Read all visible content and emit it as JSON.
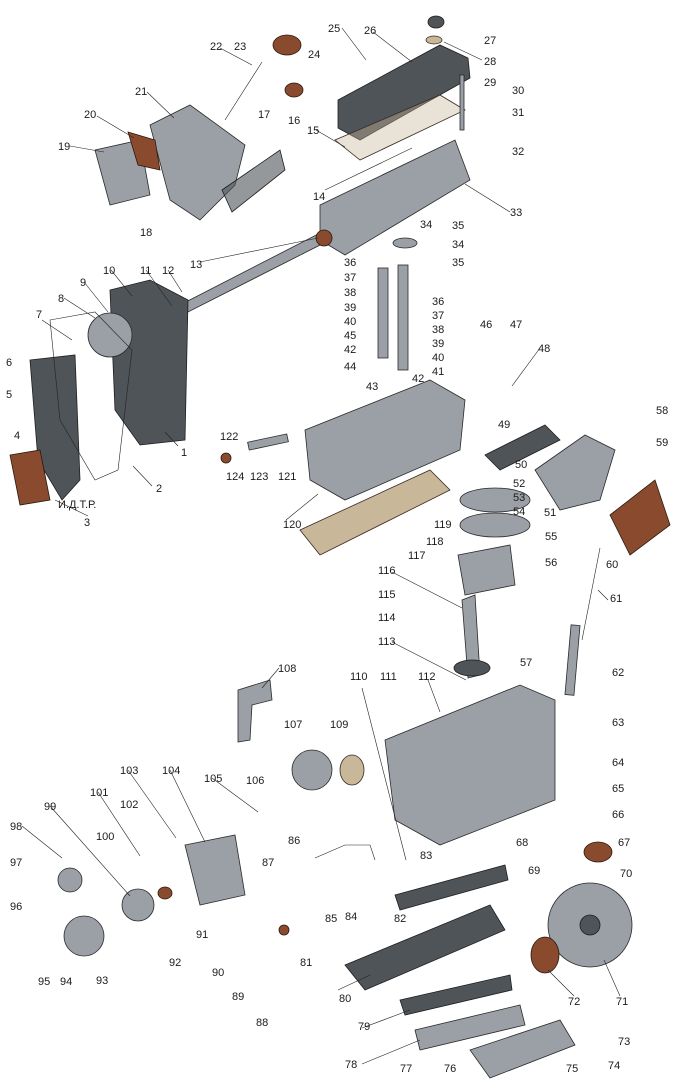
{
  "watermark": "И.Д.Т.Р.",
  "callouts": [
    "1",
    "2",
    "3",
    "4",
    "5",
    "6",
    "7",
    "8",
    "9",
    "10",
    "11",
    "12",
    "13",
    "14",
    "15",
    "16",
    "17",
    "18",
    "19",
    "20",
    "21",
    "22",
    "23",
    "24",
    "25",
    "26",
    "27",
    "28",
    "29",
    "30",
    "31",
    "32",
    "33",
    "34",
    "35",
    "34",
    "35",
    "36",
    "37",
    "38",
    "39",
    "40",
    "45",
    "42",
    "44",
    "36",
    "37",
    "38",
    "39",
    "40",
    "41",
    "42",
    "43",
    "46",
    "47",
    "48",
    "49",
    "50",
    "51",
    "52",
    "53",
    "54",
    "55",
    "56",
    "57",
    "58",
    "59",
    "60",
    "61",
    "62",
    "63",
    "64",
    "65",
    "66",
    "67",
    "68",
    "69",
    "70",
    "71",
    "72",
    "73",
    "74",
    "75",
    "76",
    "77",
    "78",
    "79",
    "80",
    "81",
    "82",
    "83",
    "84",
    "85",
    "86",
    "87",
    "88",
    "89",
    "90",
    "91",
    "92",
    "93",
    "94",
    "95",
    "96",
    "97",
    "98",
    "99",
    "100",
    "101",
    "102",
    "103",
    "104",
    "105",
    "106",
    "107",
    "108",
    "109",
    "110",
    "111",
    "112",
    "113",
    "114",
    "115",
    "116",
    "117",
    "118",
    "119",
    "120",
    "121",
    "122",
    "123",
    "124"
  ],
  "palette": {
    "metal": "#9aa0a6",
    "dark_metal": "#4f5459",
    "bronze": "#8a4a2e",
    "gasket": "#c9b79a",
    "ink": "#1b1b1b"
  }
}
